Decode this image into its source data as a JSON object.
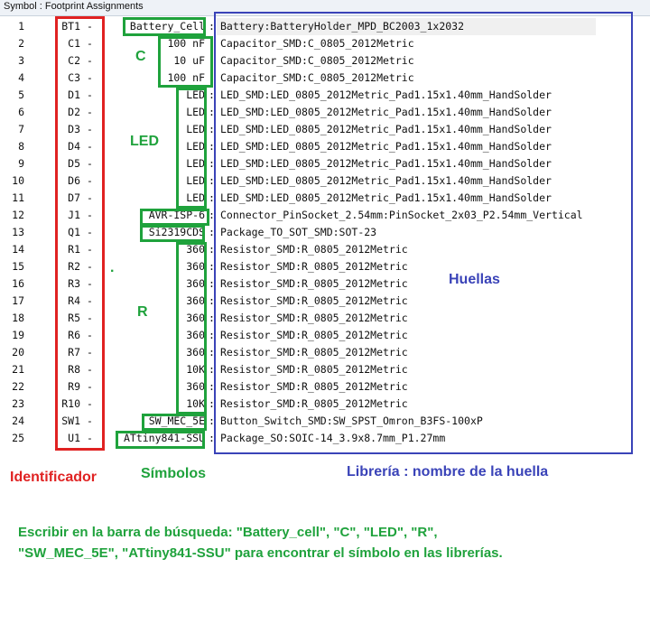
{
  "window": {
    "title": "Symbol : Footprint Assignments"
  },
  "rows": [
    {
      "num": "1",
      "ref": "BT1",
      "value": "Battery_Cell",
      "footprint": "Battery:BatteryHolder_MPD_BC2003_1x2032"
    },
    {
      "num": "2",
      "ref": "C1",
      "value": "100 nF",
      "footprint": "Capacitor_SMD:C_0805_2012Metric"
    },
    {
      "num": "3",
      "ref": "C2",
      "value": "10 uF",
      "footprint": "Capacitor_SMD:C_0805_2012Metric"
    },
    {
      "num": "4",
      "ref": "C3",
      "value": "100 nF",
      "footprint": "Capacitor_SMD:C_0805_2012Metric"
    },
    {
      "num": "5",
      "ref": "D1",
      "value": "LED",
      "footprint": "LED_SMD:LED_0805_2012Metric_Pad1.15x1.40mm_HandSolder"
    },
    {
      "num": "6",
      "ref": "D2",
      "value": "LED",
      "footprint": "LED_SMD:LED_0805_2012Metric_Pad1.15x1.40mm_HandSolder"
    },
    {
      "num": "7",
      "ref": "D3",
      "value": "LED",
      "footprint": "LED_SMD:LED_0805_2012Metric_Pad1.15x1.40mm_HandSolder"
    },
    {
      "num": "8",
      "ref": "D4",
      "value": "LED",
      "footprint": "LED_SMD:LED_0805_2012Metric_Pad1.15x1.40mm_HandSolder"
    },
    {
      "num": "9",
      "ref": "D5",
      "value": "LED",
      "footprint": "LED_SMD:LED_0805_2012Metric_Pad1.15x1.40mm_HandSolder"
    },
    {
      "num": "10",
      "ref": "D6",
      "value": "LED",
      "footprint": "LED_SMD:LED_0805_2012Metric_Pad1.15x1.40mm_HandSolder"
    },
    {
      "num": "11",
      "ref": "D7",
      "value": "LED",
      "footprint": "LED_SMD:LED_0805_2012Metric_Pad1.15x1.40mm_HandSolder"
    },
    {
      "num": "12",
      "ref": "J1",
      "value": "AVR-ISP-6",
      "footprint": "Connector_PinSocket_2.54mm:PinSocket_2x03_P2.54mm_Vertical"
    },
    {
      "num": "13",
      "ref": "Q1",
      "value": "Si2319CDS",
      "footprint": "Package_TO_SOT_SMD:SOT-23"
    },
    {
      "num": "14",
      "ref": "R1",
      "value": "360",
      "footprint": "Resistor_SMD:R_0805_2012Metric"
    },
    {
      "num": "15",
      "ref": "R2",
      "value": "360",
      "footprint": "Resistor_SMD:R_0805_2012Metric"
    },
    {
      "num": "16",
      "ref": "R3",
      "value": "360",
      "footprint": "Resistor_SMD:R_0805_2012Metric"
    },
    {
      "num": "17",
      "ref": "R4",
      "value": "360",
      "footprint": "Resistor_SMD:R_0805_2012Metric"
    },
    {
      "num": "18",
      "ref": "R5",
      "value": "360",
      "footprint": "Resistor_SMD:R_0805_2012Metric"
    },
    {
      "num": "19",
      "ref": "R6",
      "value": "360",
      "footprint": "Resistor_SMD:R_0805_2012Metric"
    },
    {
      "num": "20",
      "ref": "R7",
      "value": "360",
      "footprint": "Resistor_SMD:R_0805_2012Metric"
    },
    {
      "num": "21",
      "ref": "R8",
      "value": "10K",
      "footprint": "Resistor_SMD:R_0805_2012Metric"
    },
    {
      "num": "22",
      "ref": "R9",
      "value": "360",
      "footprint": "Resistor_SMD:R_0805_2012Metric"
    },
    {
      "num": "23",
      "ref": "R10",
      "value": "10K",
      "footprint": "Resistor_SMD:R_0805_2012Metric"
    },
    {
      "num": "24",
      "ref": "SW1",
      "value": "SW_MEC_5E",
      "footprint": "Button_Switch_SMD:SW_SPST_Omron_B3FS-100xP"
    },
    {
      "num": "25",
      "ref": "U1",
      "value": "ATtiny841-SSU",
      "footprint": "Package_SO:SOIC-14_3.9x8.7mm_P1.27mm"
    }
  ],
  "annotations": {
    "c_label": "C",
    "led_label": "LED",
    "r_label": "R",
    "dot": ".",
    "huellas": "Huellas",
    "identificador": "Identificador",
    "simbolos": "Símbolos",
    "libreria": "Librería : nombre de la huella",
    "instruction_line1": "Escribir en la barra de búsqueda: \"Battery_cell\", \"C\", \"LED\", \"R\",",
    "instruction_line2": "\"SW_MEC_5E\", \"ATtiny841-SSU\" para encontrar el símbolo en las librerías."
  },
  "colors": {
    "identifier_box": "#e02222",
    "symbol_boxes": "#1fa23c",
    "footprint_box": "#3a43b8"
  }
}
